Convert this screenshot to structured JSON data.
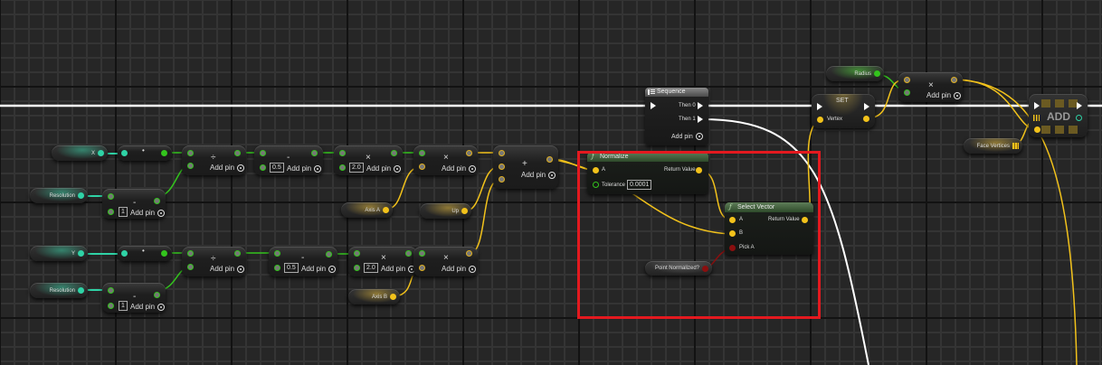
{
  "graph": {
    "colors": {
      "background": "#262626",
      "exec_wire": "#ffffff",
      "float_wire": "#33c41d",
      "int_wire": "#2fd3a6",
      "vector_wire": "#f2c21b",
      "bool_wire": "#8a0f0f",
      "highlight_box": "#e3191f"
    }
  },
  "variables": {
    "x": "X",
    "y": "Y",
    "resolution_1": "Resolution",
    "resolution_2": "Resolution",
    "axis_a": "Axis A",
    "up": "Up",
    "axis_b": "Axis B",
    "radius": "Radius",
    "face_vertices": "Face Vertices",
    "point_normalized": "Point Normalized?"
  },
  "math_nodes": {
    "common_add_pin": "Add pin",
    "convert_x_op": "•",
    "convert_y_op": "•",
    "divide_op": "÷",
    "subtract_op": "-",
    "multiply_op": "×",
    "add_op": "+",
    "sub_res_default": "1",
    "sub_half_default": "0.5",
    "mul_two_default": "2.0"
  },
  "normalize_node": {
    "title": "Normalize",
    "icon": "function-icon",
    "pin_a": "A",
    "return_value": "Return Value",
    "tolerance_label": "Tolerance",
    "tolerance_value": "0.0001"
  },
  "select_vector_node": {
    "title": "Select Vector",
    "icon": "function-icon",
    "pin_a": "A",
    "pin_b": "B",
    "pick_a": "Pick A",
    "return_value": "Return Value"
  },
  "sequence_node": {
    "title": "Sequence",
    "icon": "sequence-icon",
    "then0": "Then 0",
    "then1": "Then 1",
    "add_pin": "Add pin"
  },
  "set_node": {
    "title": "SET",
    "vertex_label": "Vertex"
  },
  "radius_multiply": {
    "op": "×",
    "add_pin": "Add pin"
  },
  "array_add_node": {
    "title": "ADD"
  }
}
